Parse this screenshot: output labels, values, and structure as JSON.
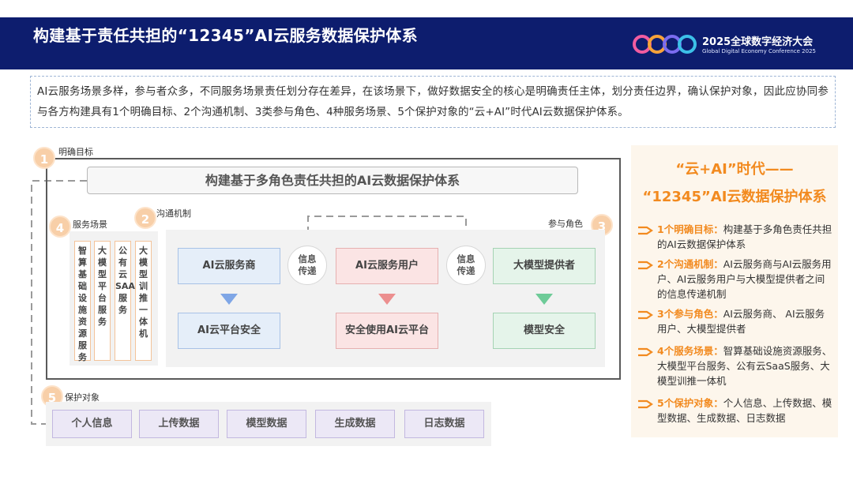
{
  "header": {
    "title": "构建基于责任共担的“12345”AI云服务数据保护体系",
    "conference_title": "2025全球数字经济大会",
    "conference_subtitle": "Global Digital Economy Conference 2025"
  },
  "intro": {
    "text": "AI云服务场景多样，参与者众多，不同服务场景责任划分存在差异，在该场景下，做好数据安全的核心是明确责任主体，划分责任边界，确认保护对象，因此应协同参与各方构建具有1个明确目标、2个沟通机制、3类参与角色、4种服务场景、5个保护对象的“云+AI”时代AI云数据保护体系。"
  },
  "diagram": {
    "goal": {
      "num": "1",
      "label": "明确目标",
      "banner": "构建基于多角色责任共担的AI云数据保护体系"
    },
    "comm": {
      "num": "2",
      "label": "沟通机制"
    },
    "roles": {
      "num": "3",
      "label": "参与角色"
    },
    "scenes": {
      "num": "4",
      "label": "服务场景",
      "items": [
        "智算基础设施资源服务",
        "大模型平台服务",
        "公有云SAAS服务",
        "大模型训推一体机"
      ]
    },
    "protect": {
      "num": "5",
      "label": "保护对象",
      "items": [
        "个人信息",
        "上传数据",
        "模型数据",
        "生成数据",
        "日志数据"
      ]
    },
    "role_boxes": [
      "AI云服务商",
      "AI云服务用户",
      "大模型提供者"
    ],
    "security_boxes": [
      "AI云平台安全",
      "安全使用AI云平台",
      "模型安全"
    ],
    "info_circle": [
      "信息",
      "传递"
    ]
  },
  "right_panel": {
    "title_line1": "“云+AI”时代——",
    "title_line2": "“12345”AI云数据保护体系",
    "items": [
      {
        "head": "1个明确目标：",
        "body": "构建基于多角色责任共担的AI云数据保护体系"
      },
      {
        "head": "2个沟通机制：",
        "body": "AI云服务商与AI云服务用户、AI云服务用户与大模型提供者之间的信息传递机制"
      },
      {
        "head": "3个参与角色：",
        "body": "AI云服务商、 AI云服务用户、大模型提供者"
      },
      {
        "head": "4个服务场景：",
        "body": "智算基础设施资源服务、大模型平台服务、公有云SaaS服务、大模型训推一体机"
      },
      {
        "head": "5个保护对象：",
        "body": "个人信息、上传数据、模型数据、生成数据、日志数据"
      }
    ]
  },
  "colors": {
    "header_bg": "#0d1d6e",
    "accent_orange": "#f28a1f",
    "number_badge": "#f8cfa8",
    "role_blue": "#e5eef9",
    "role_pink": "#fbe4e4",
    "role_green": "#e5f4ea",
    "protect_purple": "#ece8f6"
  }
}
